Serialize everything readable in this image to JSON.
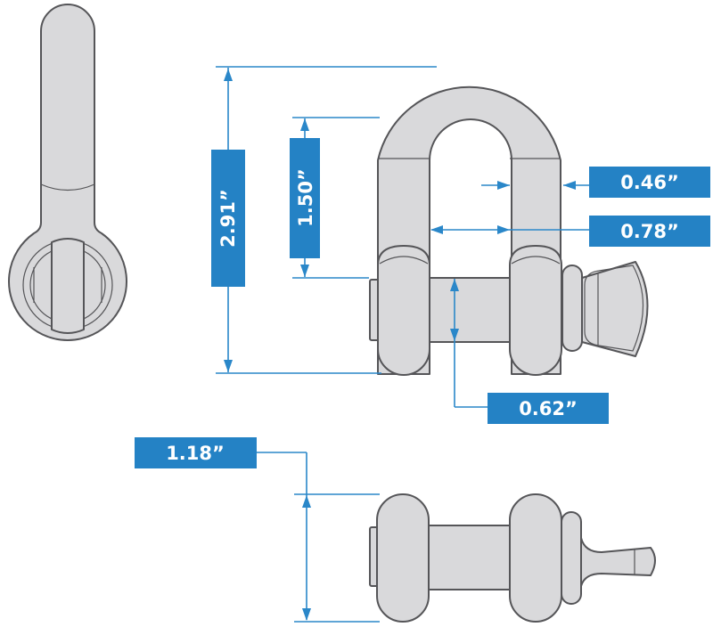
{
  "diagram": {
    "subject": "D-shackle with wing pin",
    "colors": {
      "accent": "#2482c5",
      "dimension_line": "#2a87c9",
      "part_fill": "#d9d9db",
      "part_outline": "#555558",
      "label_text": "#ffffff"
    },
    "views": {
      "side": "side-view",
      "front": "front-view",
      "top": "top-view"
    },
    "dimensions": {
      "overall_height": "2.91”",
      "inside_length": "1.50”",
      "body_diameter": "0.46”",
      "inside_width": "0.78”",
      "pin_diameter": "0.62”",
      "bow_outer_width": "1.18”"
    }
  }
}
